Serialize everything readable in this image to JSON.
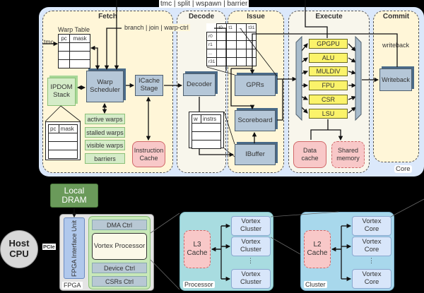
{
  "top_signals": "tmc | split | wspawn | barrier",
  "core": {
    "label": "Core",
    "stages": {
      "fetch": "Fetch",
      "decode": "Decode",
      "issue": "Issue",
      "execute": "Execute",
      "commit": "Commit"
    },
    "fetch": {
      "warp_table_title": "Warp Table",
      "warp_table_headers": [
        "pc",
        "mask"
      ],
      "tmc_input": "tmc",
      "branch_signals": "branch | join | warp-ctrl",
      "ipdom_stack": "IPDOM Stack",
      "ipdom_table_headers": [
        "pc",
        "mask"
      ],
      "warp_scheduler": "Warp Scheduler",
      "icache_stage": "ICache Stage",
      "instruction_cache": "Instruction Cache",
      "warp_masks": [
        "active warps",
        "stalled warps",
        "visible warps",
        "barriers"
      ]
    },
    "decode": {
      "decoder": "Decoder",
      "ibuffer_table_headers": [
        "w",
        "instrs"
      ]
    },
    "issue": {
      "gpr_col_headers": [
        "t0",
        "t1",
        "...",
        "t31"
      ],
      "gpr_row_headers": [
        "r0",
        "r1",
        "...",
        "r31"
      ],
      "gprs": "GPRs",
      "scoreboard": "Scoreboard",
      "ibuffer": "IBuffer"
    },
    "execute": {
      "units": [
        "GPGPU",
        "ALU",
        "MULDIV",
        "FPU",
        "CSR",
        "LSU"
      ],
      "data_cache": "Data cache",
      "shared_memory": "Shared memory"
    },
    "commit": {
      "writeback_signal": "writeback",
      "writeback": "Writeback"
    }
  },
  "system": {
    "local_dram": "Local DRAM",
    "host_cpu": "Host CPU",
    "pcie": "PCIe",
    "fpga_interface_unit": "FPGA Interface Unit",
    "fpga_label": "FPGA",
    "dma_ctrl": "DMA Ctrl",
    "vortex_processor": "Vortex Processor",
    "device_ctrl": "Device Ctrl",
    "csrs_ctrl": "CSRs Ctrl"
  },
  "processor": {
    "label": "Processor",
    "l3_cache": "L3 Cache",
    "clusters": [
      "Vortex Cluster",
      "Vortex Cluster",
      "Vortex Cluster"
    ],
    "ellipsis": "⋮"
  },
  "cluster": {
    "label": "Cluster",
    "l2_cache": "L2 Cache",
    "cores": [
      "Vortex Core",
      "Vortex Core",
      "Vortex Core"
    ],
    "ellipsis": "⋮"
  }
}
